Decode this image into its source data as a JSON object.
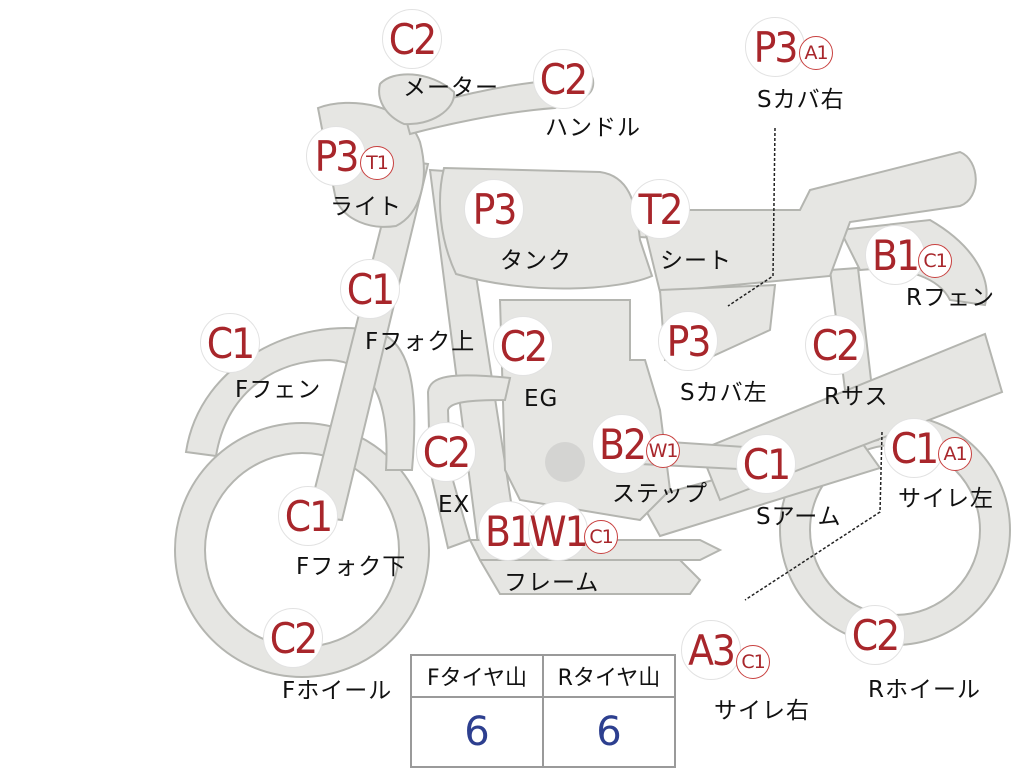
{
  "parts": [
    {
      "id": "meter",
      "label": "メーター",
      "grades": [
        {
          "text": "C2",
          "size": "big"
        }
      ]
    },
    {
      "id": "handle",
      "label": "ハンドル",
      "grades": [
        {
          "text": "C2",
          "size": "big"
        }
      ]
    },
    {
      "id": "light",
      "label": "ライト",
      "grades": [
        {
          "text": "P3",
          "size": "big"
        },
        {
          "text": "T1",
          "size": "small"
        }
      ]
    },
    {
      "id": "tank",
      "label": "タンク",
      "grades": [
        {
          "text": "P3",
          "size": "big"
        }
      ]
    },
    {
      "id": "seat",
      "label": "シート",
      "grades": [
        {
          "text": "T2",
          "size": "big"
        }
      ]
    },
    {
      "id": "side-cover-right",
      "label": "Sカバ右",
      "grades": [
        {
          "text": "P3",
          "size": "big"
        },
        {
          "text": "A1",
          "size": "small"
        }
      ]
    },
    {
      "id": "rear-fender",
      "label": "Rフェン",
      "grades": [
        {
          "text": "B1",
          "size": "big"
        },
        {
          "text": "C1",
          "size": "small"
        }
      ]
    },
    {
      "id": "fork-upper",
      "label": "Fフォク上",
      "grades": [
        {
          "text": "C1",
          "size": "big"
        }
      ]
    },
    {
      "id": "front-fender",
      "label": "Fフェン",
      "grades": [
        {
          "text": "C1",
          "size": "big"
        }
      ]
    },
    {
      "id": "engine",
      "label": "EG",
      "grades": [
        {
          "text": "C2",
          "size": "big"
        }
      ]
    },
    {
      "id": "side-cover-left",
      "label": "Sカバ左",
      "grades": [
        {
          "text": "P3",
          "size": "big"
        }
      ]
    },
    {
      "id": "rear-suspension",
      "label": "Rサス",
      "grades": [
        {
          "text": "C2",
          "size": "big"
        }
      ]
    },
    {
      "id": "exhaust",
      "label": "EX",
      "grades": [
        {
          "text": "C2",
          "size": "big"
        }
      ]
    },
    {
      "id": "step",
      "label": "ステップ",
      "grades": [
        {
          "text": "B2",
          "size": "big"
        },
        {
          "text": "W1",
          "size": "small"
        }
      ]
    },
    {
      "id": "swing-arm",
      "label": "Sアーム",
      "grades": [
        {
          "text": "C1",
          "size": "big"
        }
      ]
    },
    {
      "id": "muffler-left",
      "label": "サイレ左",
      "grades": [
        {
          "text": "C1",
          "size": "big"
        },
        {
          "text": "A1",
          "size": "small"
        }
      ]
    },
    {
      "id": "fork-lower",
      "label": "Fフォク下",
      "grades": [
        {
          "text": "C1",
          "size": "big"
        }
      ]
    },
    {
      "id": "frame",
      "label": "フレーム",
      "grades": [
        {
          "text": "B1",
          "size": "big"
        },
        {
          "text": "W1",
          "size": "big"
        },
        {
          "text": "C1",
          "size": "small"
        }
      ]
    },
    {
      "id": "front-wheel",
      "label": "Fホイール",
      "grades": [
        {
          "text": "C2",
          "size": "big"
        }
      ]
    },
    {
      "id": "muffler-right",
      "label": "サイレ右",
      "grades": [
        {
          "text": "A3",
          "size": "big"
        },
        {
          "text": "C1",
          "size": "small"
        }
      ]
    },
    {
      "id": "rear-wheel",
      "label": "Rホイール",
      "grades": [
        {
          "text": "C2",
          "size": "big"
        }
      ]
    }
  ],
  "tire_table": {
    "headers": [
      "Fタイヤ山",
      "Rタイヤ山"
    ],
    "values": [
      "6",
      "6"
    ]
  },
  "colors": {
    "grade_text": "#a8262b",
    "table_value": "#2d3f8f",
    "body_fill": "#e6e6e3",
    "body_outline": "#b4b5b0"
  }
}
